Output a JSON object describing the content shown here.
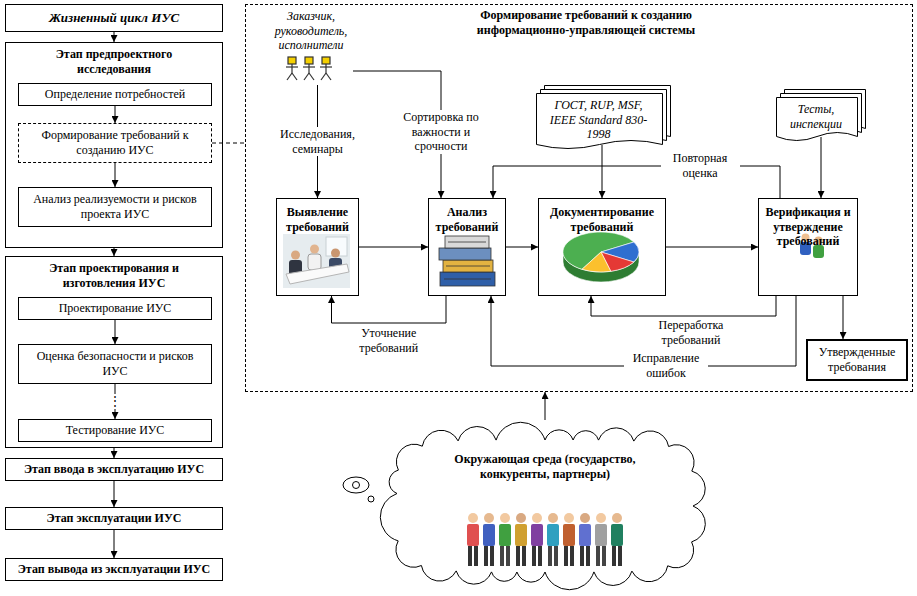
{
  "diagram": {
    "nodes": [
      {
        "text": [
          "Жизненный цикл ИУС"
        ]
      },
      {
        "text": [
          "Этап предпроектного исследования"
        ]
      },
      {
        "text": [
          "Определение потребностей"
        ],
        "in": 1
      },
      {
        "text": [
          "Формирование требований к созданию ИУС"
        ],
        "in": 1
      },
      {
        "text": [
          "Анализ реализуемости и рисков проекта ИУС"
        ],
        "in": 1
      },
      {
        "text": [
          "Этап проектирования и изготовления ИУС"
        ]
      },
      {
        "text": [
          "Проектирование ИУС"
        ],
        "in": 5
      },
      {
        "text": [
          "Оценка безопасности и рисков ИУС"
        ],
        "in": 5
      },
      {
        "text": [
          "Тестирование ИУС"
        ],
        "in": 5
      },
      {
        "text": [
          "Этап ввода в эксплуатацию ИУС"
        ]
      },
      {
        "text": [
          "Этап эксплуатации ИУС"
        ]
      },
      {
        "text": [
          "Этап вывода из эксплуатации ИУС"
        ]
      },
      {
        "text": [
          "Формирование требований к созданию информационно-управляющей системы"
        ]
      },
      {
        "text": [
          "Заказчик, руководитель, исполнители"
        ],
        "in": 12
      },
      {
        "text": [
          "Выявление требований"
        ],
        "in": 12
      },
      {
        "text": [
          "Анализ требований"
        ],
        "in": 12
      },
      {
        "text": [
          "ГОСТ, RUP, MSF, IEEE Standard 830-1998"
        ],
        "in": 12
      },
      {
        "text": [
          "Документирование требований"
        ],
        "in": 12
      },
      {
        "text": [
          "Тесты, инспекции"
        ],
        "in": 12
      },
      {
        "text": [
          "Верификация и утверждение требований"
        ],
        "in": 12
      },
      {
        "text": [
          "Утвержденные требования"
        ],
        "in": 12
      },
      {
        "text": [
          "Окружающая среда (государство, конкуренты, партнеры)"
        ]
      }
    ],
    "edges": [
      {
        "from": 0,
        "to": 1,
        "arrow": "to"
      },
      {
        "from": 2,
        "to": 3,
        "arrow": "to"
      },
      {
        "from": 3,
        "to": 4,
        "arrow": "to"
      },
      {
        "from": 1,
        "to": 5,
        "arrow": "to"
      },
      {
        "from": 6,
        "to": 7,
        "arrow": "to"
      },
      {
        "from": 7,
        "to": 8,
        "label": "⋮",
        "arrow": "to"
      },
      {
        "from": 5,
        "to": 9,
        "arrow": "to"
      },
      {
        "from": 9,
        "to": 10,
        "arrow": "to"
      },
      {
        "from": 10,
        "to": 11,
        "arrow": "to"
      },
      {
        "from": 3,
        "to": 12,
        "arrow": "none"
      },
      {
        "from": 13,
        "to": 14,
        "label": "Исследования, семинары",
        "arrow": "to"
      },
      {
        "from": 13,
        "to": 15,
        "label": "Сортировка по важности и срочности",
        "arrow": "to"
      },
      {
        "from": 14,
        "to": 15,
        "arrow": "to"
      },
      {
        "from": 15,
        "to": 14,
        "label": "Уточнение требований",
        "arrow": "to"
      },
      {
        "from": 16,
        "to": 17,
        "arrow": "to"
      },
      {
        "from": 15,
        "to": 17,
        "arrow": "to"
      },
      {
        "from": 17,
        "to": 19,
        "arrow": "to"
      },
      {
        "from": 19,
        "to": 15,
        "label": "Повторная оценка",
        "arrow": "to"
      },
      {
        "from": 19,
        "to": 17,
        "label": "Переработка требований",
        "arrow": "to"
      },
      {
        "from": 19,
        "to": 15,
        "label": "Исправление ошибок",
        "arrow": "to"
      },
      {
        "from": 18,
        "to": 19,
        "arrow": "to"
      },
      {
        "from": 19,
        "to": 20,
        "arrow": "to"
      },
      {
        "from": 21,
        "to": 12,
        "arrow": "to"
      }
    ]
  }
}
